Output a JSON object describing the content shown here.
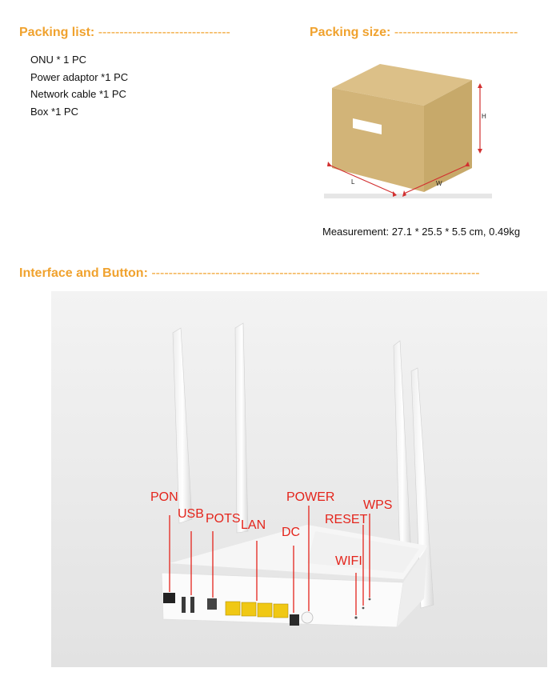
{
  "packing_list": {
    "heading": "Packing list:",
    "items": [
      "ONU * 1 PC",
      "Power adaptor *1 PC",
      "Network cable *1 PC",
      "Box *1 PC"
    ]
  },
  "packing_size": {
    "heading": "Packing size:",
    "dim_labels": {
      "h": "H",
      "l": "L",
      "w": "W"
    },
    "measurement": "Measurement: 27.1 * 25.5 * 5.5 cm, 0.49kg"
  },
  "interface": {
    "heading": "Interface and Button:",
    "labels": {
      "pon": "PON",
      "usb": "USB",
      "pots": "POTS",
      "lan": "LAN",
      "dc": "DC",
      "power": "POWER",
      "reset": "RESET",
      "wps": "WPS",
      "wifi": "WIFI"
    }
  },
  "colors": {
    "accent": "#f0a22e",
    "label_red": "#e4241b",
    "box_tan": "#d2b478"
  }
}
